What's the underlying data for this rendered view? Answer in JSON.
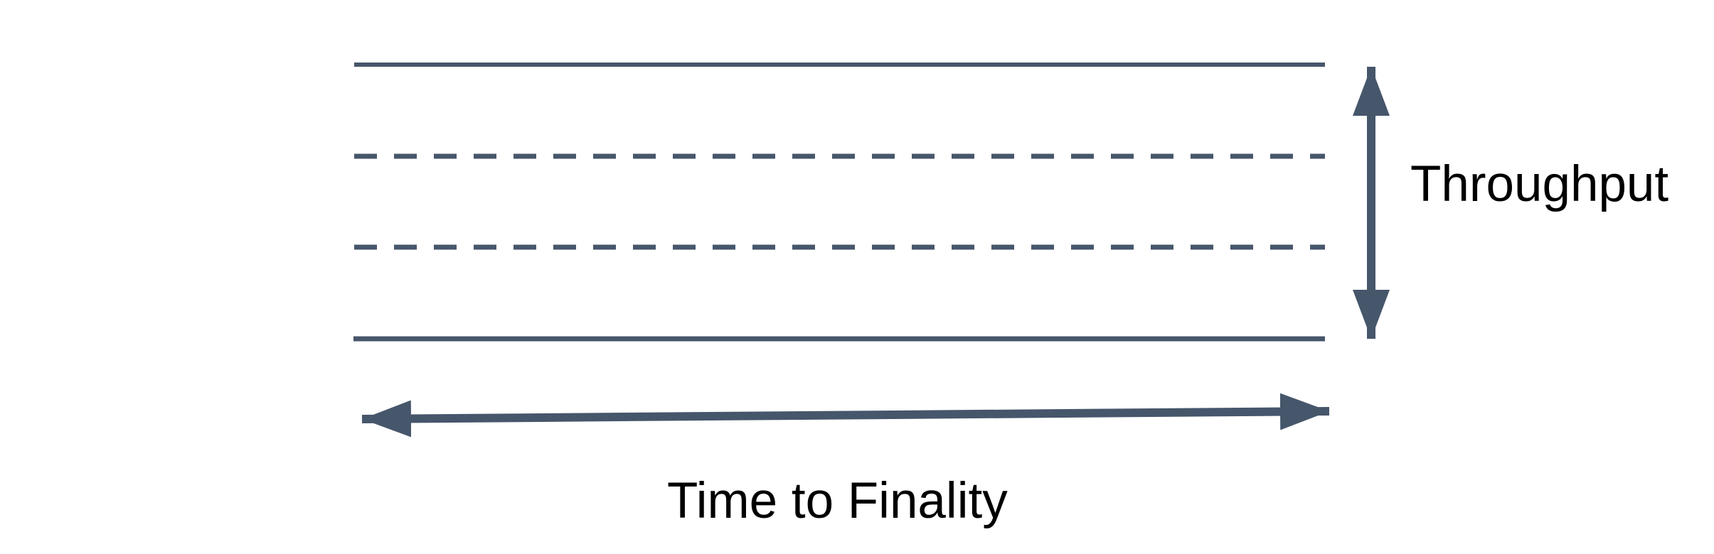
{
  "diagram": {
    "type": "band-tradeoff-diagram",
    "labels": {
      "throughput": "Throughput",
      "time_to_finality": "Time to Finality"
    },
    "colors": {
      "stroke": "#46566B",
      "label": "#000000",
      "background": "#FFFFFF"
    },
    "band": {
      "boundary_line_style": "solid",
      "inner_line_style": "dashed",
      "inner_line_count": 2
    },
    "arrows": [
      {
        "name": "throughput-arrow",
        "orientation": "vertical",
        "double_headed": true
      },
      {
        "name": "time-to-finality-arrow",
        "orientation": "horizontal",
        "double_headed": true
      }
    ]
  }
}
